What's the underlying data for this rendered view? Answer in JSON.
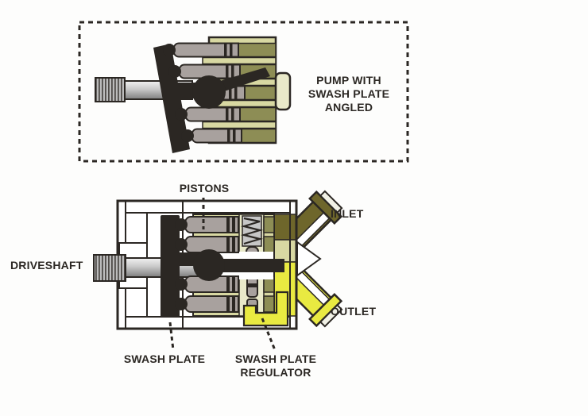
{
  "callout_box": {
    "label_lines": [
      "PUMP WITH",
      "SWASH PLATE",
      "ANGLED"
    ]
  },
  "labels": {
    "pistons": "PISTONS",
    "inlet": "INLET",
    "driveshaft": "DRIVESHAFT",
    "outlet": "OUTLET",
    "swash_plate": "SWASH PLATE",
    "regulator_line1": "SWASH PLATE",
    "regulator_line2": "REGULATOR"
  },
  "colors": {
    "ink": "#2b2723",
    "cylinder-olive": "#8d8d55",
    "khaki": "#d8d8a2",
    "khaki-light": "#e9e9c9",
    "piston-gray": "#a8a19e",
    "inlet-olive": "#6e662b",
    "outlet-yellow": "#e9ea41",
    "spring-gray": "#c6c6c6",
    "background": "#fdfdfc"
  }
}
